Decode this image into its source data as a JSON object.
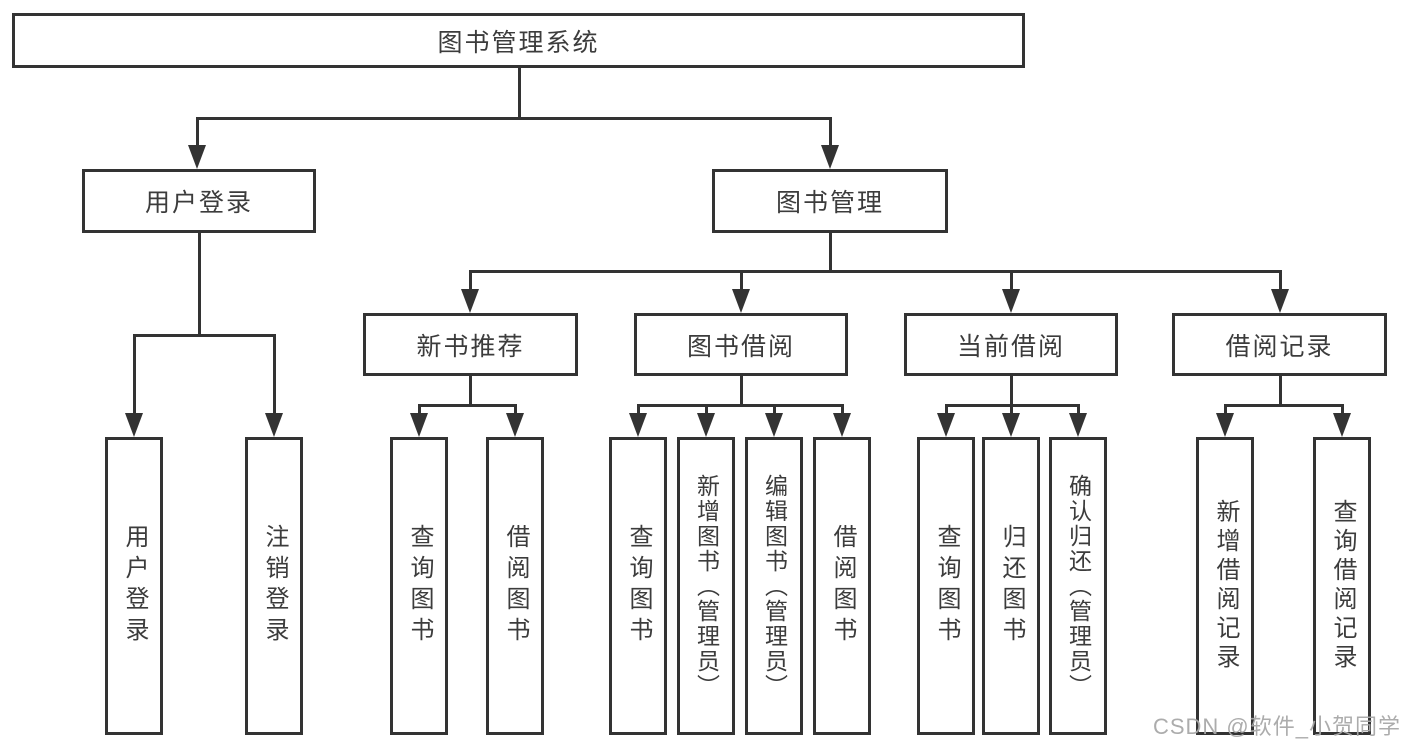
{
  "diagram": {
    "root": {
      "label": "图书管理系统"
    },
    "branches": [
      {
        "label": "用户登录",
        "children": [
          {
            "label": "用户登录"
          },
          {
            "label": "注销登录"
          }
        ]
      },
      {
        "label": "图书管理",
        "children": [
          {
            "label": "新书推荐",
            "children": [
              {
                "label": "查询图书"
              },
              {
                "label": "借阅图书"
              }
            ]
          },
          {
            "label": "图书借阅",
            "children": [
              {
                "label": "查询图书"
              },
              {
                "label": "新增图书（管理员）"
              },
              {
                "label": "编辑图书（管理员）"
              },
              {
                "label": "借阅图书"
              }
            ]
          },
          {
            "label": "当前借阅",
            "children": [
              {
                "label": "查询图书"
              },
              {
                "label": "归还图书"
              },
              {
                "label": "确认归还（管理员）"
              }
            ]
          },
          {
            "label": "借阅记录",
            "children": [
              {
                "label": "新增借阅记录"
              },
              {
                "label": "查询借阅记录"
              }
            ]
          }
        ]
      }
    ]
  },
  "watermark": {
    "text": "CSDN @软件_小贺同学"
  },
  "colors": {
    "line": "#333333",
    "text": "#3c3c3c",
    "watermark": "#a8a8a8",
    "background": "#ffffff"
  }
}
